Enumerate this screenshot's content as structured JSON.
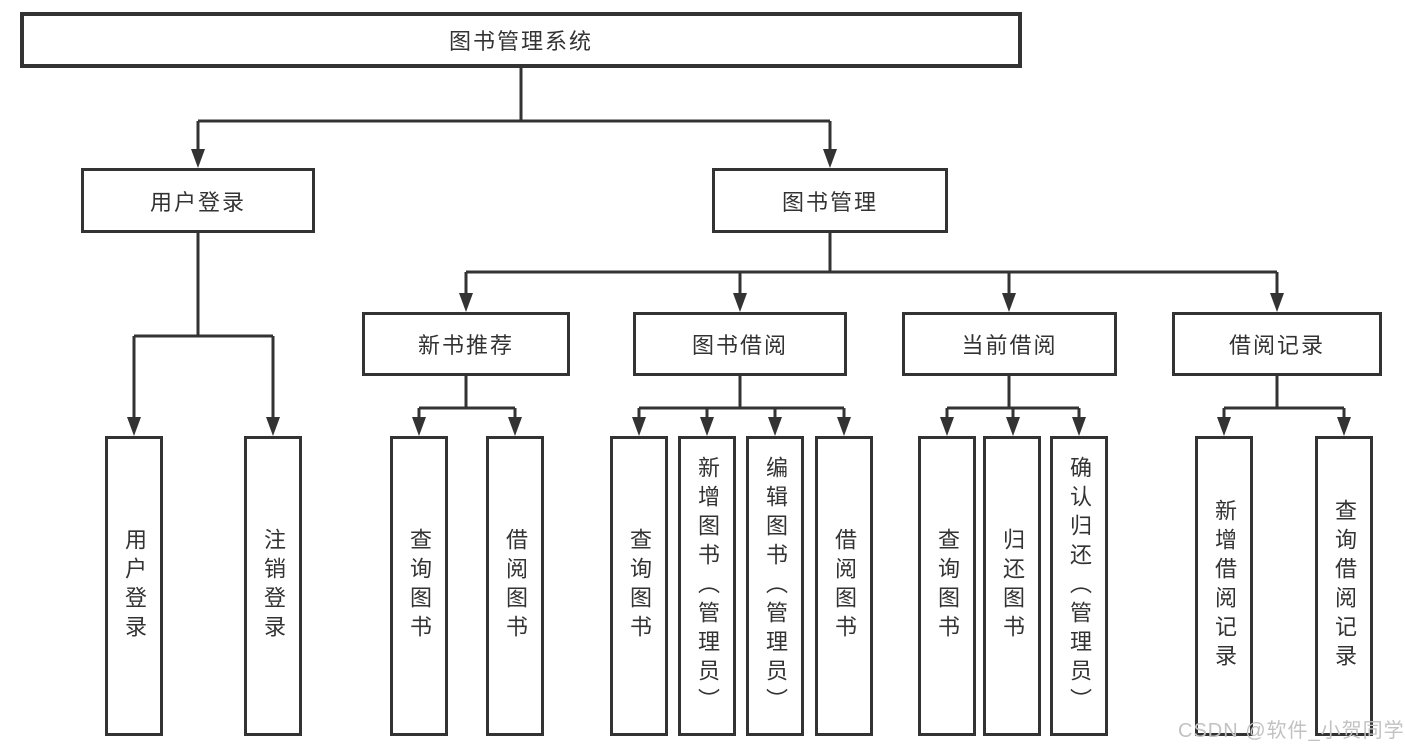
{
  "tree": {
    "label": "图书管理系统",
    "children": [
      {
        "label": "用户登录",
        "children": [
          {
            "label": "用户登录"
          },
          {
            "label": "注销登录"
          }
        ]
      },
      {
        "label": "图书管理",
        "children": [
          {
            "label": "新书推荐",
            "children": [
              {
                "label": "查询图书"
              },
              {
                "label": "借阅图书"
              }
            ]
          },
          {
            "label": "图书借阅",
            "children": [
              {
                "label": "查询图书"
              },
              {
                "label": "新增图书（管理员）"
              },
              {
                "label": "编辑图书（管理员）"
              },
              {
                "label": "借阅图书"
              }
            ]
          },
          {
            "label": "当前借阅",
            "children": [
              {
                "label": "查询图书"
              },
              {
                "label": "归还图书"
              },
              {
                "label": "确认归还（管理员）"
              }
            ]
          },
          {
            "label": "借阅记录",
            "children": [
              {
                "label": "新增借阅记录"
              },
              {
                "label": "查询借阅记录"
              }
            ]
          }
        ]
      }
    ]
  },
  "watermark": "CSDN @软件_小贺同学",
  "colors": {
    "line": "#333333",
    "text": "#333333",
    "watermark": "#c2c2c2",
    "background": "#ffffff"
  }
}
